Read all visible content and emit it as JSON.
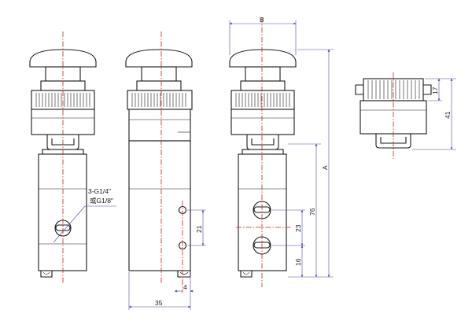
{
  "labels": {
    "port_thread_1": "3-G1/4\"",
    "port_thread_2": "或G1/8\"",
    "dim_b": "B",
    "dim_a": "A",
    "dim_35": "35",
    "dim_4": "4",
    "dim_21": "21",
    "dim_23": "23",
    "dim_16": "16",
    "dim_76": "76",
    "dim_17": "17",
    "dim_41": "41"
  }
}
